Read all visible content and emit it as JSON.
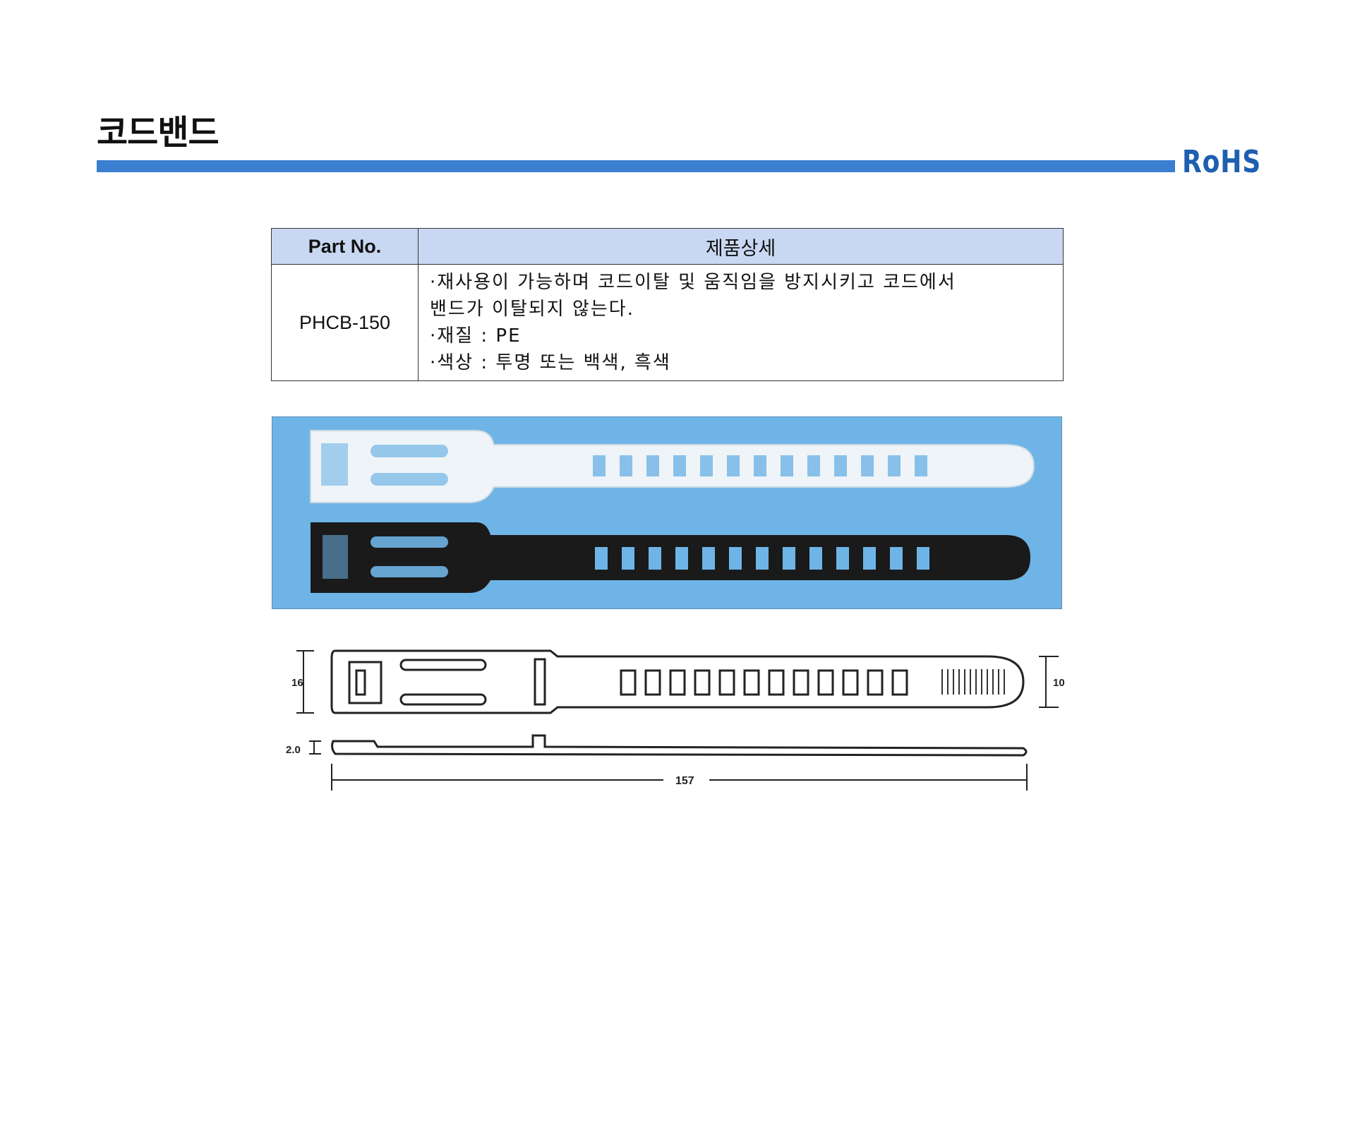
{
  "page": {
    "title": "코드밴드",
    "badge": "RoHS"
  },
  "table": {
    "headers": {
      "part_no": "Part No.",
      "details": "제품상세"
    },
    "row": {
      "part_no": "PHCB-150",
      "details": [
        "·재사용이 가능하며 코드이탈 및 움직임을 방지시키고 코드에서",
        "밴드가 이탈되지 않는다.",
        "·재질 : PE",
        "·색상 : 투명 또는 백색, 흑색"
      ]
    }
  },
  "drawing": {
    "dim_height_left": "16",
    "dim_height_right": "10",
    "dim_thickness": "2.0",
    "dim_length": "157"
  },
  "colors": {
    "accent": "#3a7fd0",
    "rohs": "#1e5fb0",
    "table_header": "#c9d8f2",
    "photo_bg": "#6fb4e6"
  }
}
